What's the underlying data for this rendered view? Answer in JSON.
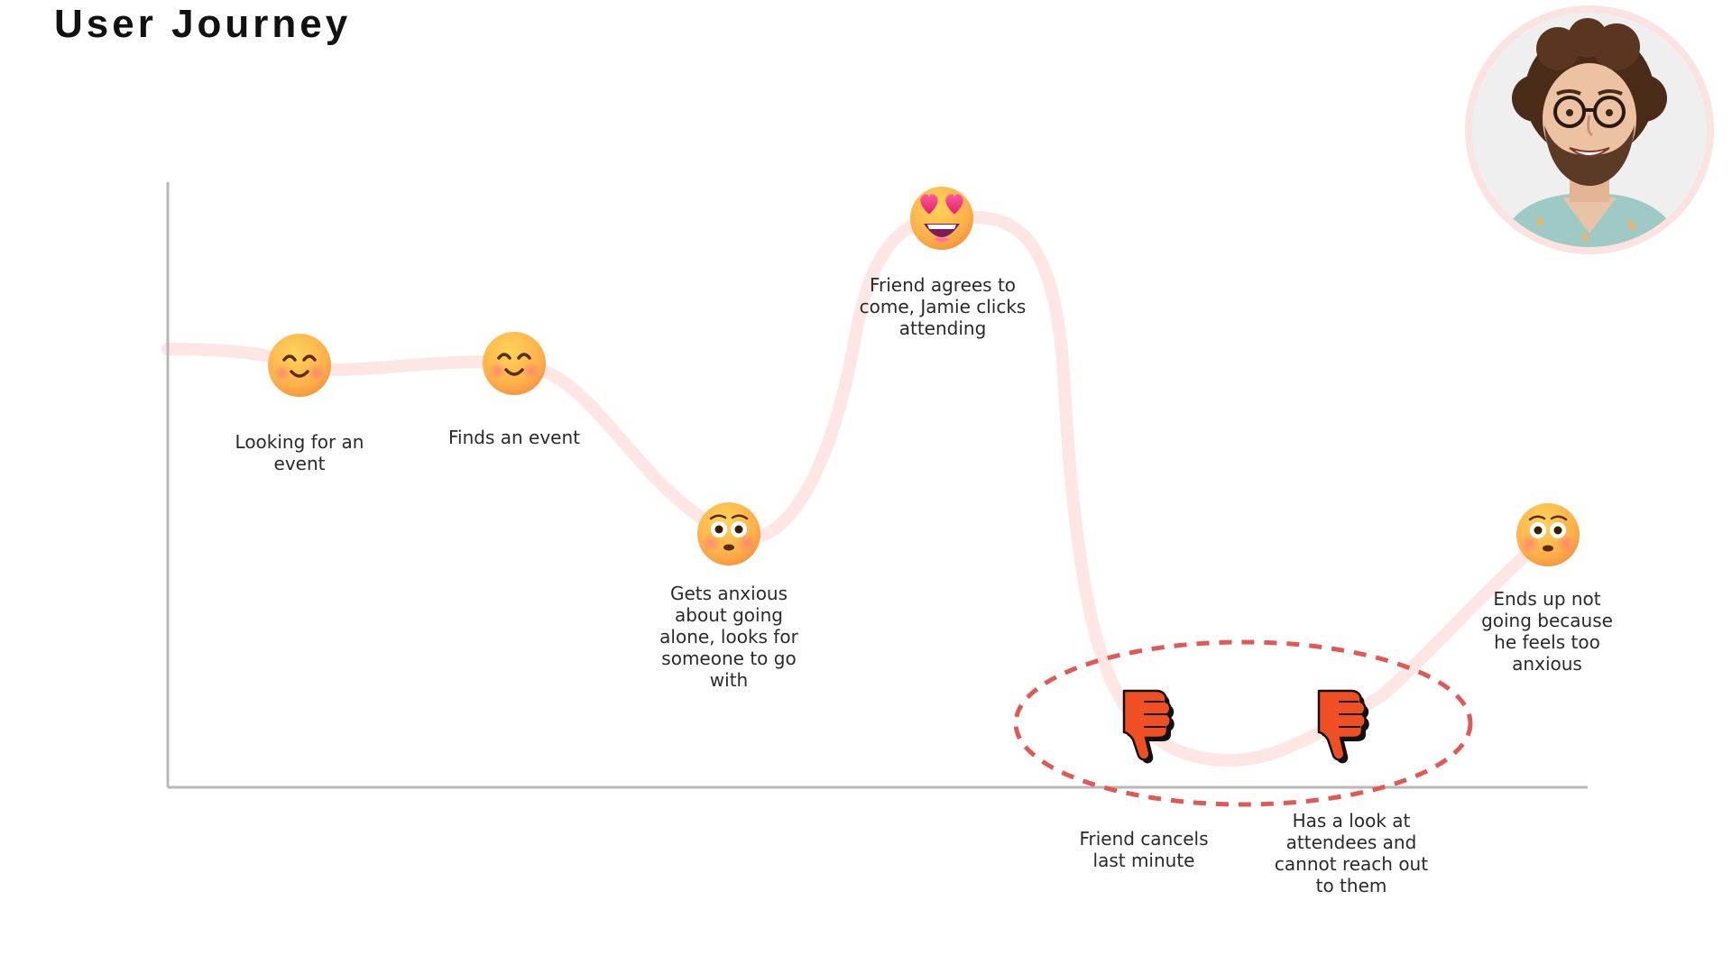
{
  "title": "User Journey",
  "persona": {
    "icon": "person-photo-avatar"
  },
  "colors": {
    "curve": "#fde6e4",
    "axis": "#b8b8b8",
    "highlight": "#e05a55",
    "thumbs_down": "#f04e23"
  },
  "steps": [
    {
      "label": "Looking for an event",
      "emotion": "smiling-face-icon"
    },
    {
      "label": "Finds an event",
      "emotion": "smiling-face-icon"
    },
    {
      "label": "Gets anxious about going alone, looks for someone to go with",
      "emotion": "flushed-face-icon"
    },
    {
      "label": "Friend agrees to come, Jamie clicks attending",
      "emotion": "heart-eyes-face-icon"
    },
    {
      "label": "Friend cancels last minute",
      "emotion": "thumbs-down-icon"
    },
    {
      "label": "Has a look at attendees and cannot reach out to them",
      "emotion": "thumbs-down-icon"
    },
    {
      "label": "Ends up not going because he feels too anxious",
      "emotion": "flushed-face-icon"
    }
  ]
}
